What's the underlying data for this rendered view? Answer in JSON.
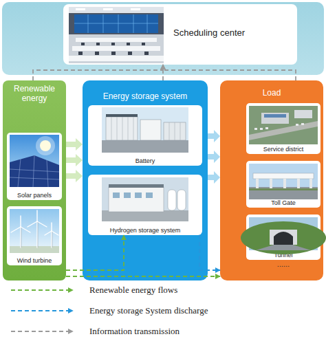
{
  "diagram": {
    "nodes": [
      {
        "text": [
          "Scheduling center"
        ]
      },
      {
        "text": [
          "Renewable energy"
        ]
      },
      {
        "text": [
          "Solar panels"
        ],
        "in": 1
      },
      {
        "text": [
          "Wind turbine"
        ],
        "in": 1
      },
      {
        "text": [
          "Energy storage system"
        ]
      },
      {
        "text": [
          "Battery"
        ],
        "in": 4
      },
      {
        "text": [
          "Hydrogen storage system"
        ],
        "in": 4
      },
      {
        "text": [
          "Load"
        ]
      },
      {
        "text": [
          "Service district"
        ],
        "in": 7
      },
      {
        "text": [
          "Toll Gate"
        ],
        "in": 7
      },
      {
        "text": [
          "Tunnel"
        ],
        "in": 7
      }
    ],
    "edges": [
      {
        "from": 1,
        "to": 0,
        "arrow": "to"
      },
      {
        "from": 4,
        "to": 0,
        "arrow": "to"
      },
      {
        "from": 7,
        "to": 0,
        "arrow": "to"
      },
      {
        "from": 1,
        "to": 4,
        "arrow": "to"
      },
      {
        "from": 1,
        "to": 4,
        "arrow": "to"
      },
      {
        "from": 1,
        "to": 4,
        "arrow": "to"
      },
      {
        "from": 4,
        "to": 7,
        "arrow": "to"
      },
      {
        "from": 4,
        "to": 7,
        "arrow": "to"
      },
      {
        "from": 4,
        "to": 7,
        "arrow": "to"
      },
      {
        "from": 1,
        "to": 6,
        "arrow": "to"
      },
      {
        "from": 1,
        "to": 7,
        "arrow": "to"
      },
      {
        "from": 6,
        "to": 7,
        "arrow": "to"
      }
    ],
    "labels": [
      "......"
    ],
    "legend": [
      {
        "text": "Renewable energy flows"
      },
      {
        "text": "Energy storage System discharge"
      },
      {
        "text": "Information transmission"
      }
    ]
  }
}
